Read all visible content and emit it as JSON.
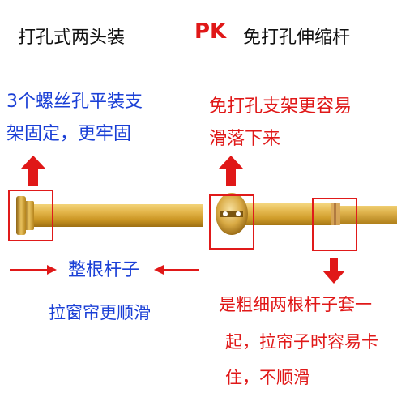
{
  "header": {
    "left_title": "打孔式两头装",
    "vs_label": "PK",
    "right_title": "免打孔伸缩杆"
  },
  "left_panel": {
    "desc_line1": "3个螺丝孔平装支",
    "desc_line2": "架固定，更牢固",
    "bottom_line1": "整根杆子",
    "bottom_line2": "拉窗帘更顺滑"
  },
  "right_panel": {
    "desc_line1": "免打孔支架更容易",
    "desc_line2": "滑落下来",
    "bottom_line1": "是粗细两根杆子套一",
    "bottom_line2": "起，拉帘子时容易卡",
    "bottom_line3": "住，不顺滑"
  },
  "colors": {
    "accent_red": "#e01818",
    "text_blue": "#1a3fd6",
    "rod_gold": "#d9a93a"
  }
}
